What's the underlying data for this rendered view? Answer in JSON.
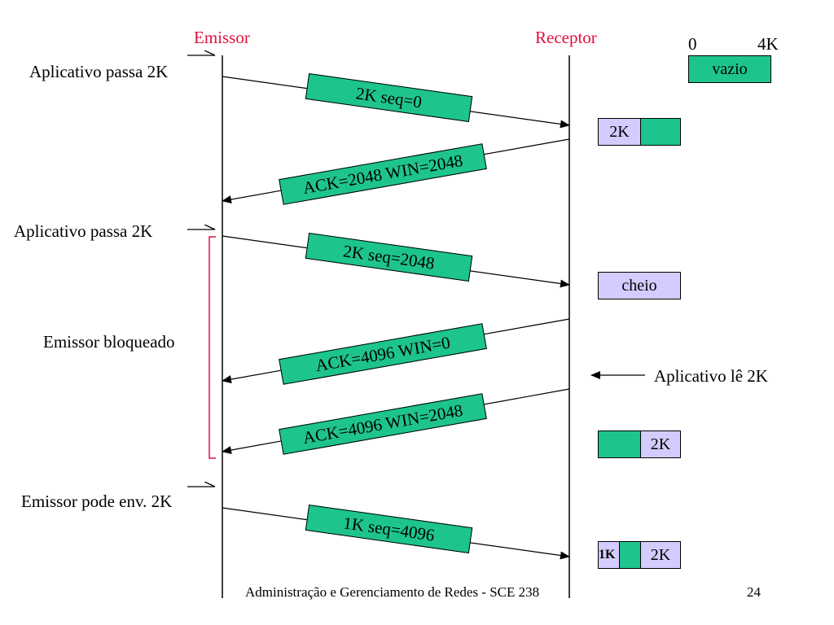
{
  "headers": {
    "sender": "Emissor",
    "receiver": "Receptor"
  },
  "left_labels": {
    "app_passes_1": "Aplicativo passa 2K",
    "app_passes_2": "Aplicativo passa 2K",
    "sender_blocked": "Emissor bloqueado",
    "sender_can_send": "Emissor pode env. 2K"
  },
  "right_labels": {
    "app_reads": "Aplicativo lê 2K"
  },
  "messages": [
    {
      "label": "2K seq=0",
      "direction": "to-receiver"
    },
    {
      "label": "ACK=2048 WIN=2048",
      "direction": "to-sender"
    },
    {
      "label": "2K seq=2048",
      "direction": "to-receiver"
    },
    {
      "label": "ACK=4096 WIN=0",
      "direction": "to-sender"
    },
    {
      "label": "ACK=4096 WIN=2048",
      "direction": "to-sender"
    },
    {
      "label": "1K seq=4096",
      "direction": "to-receiver"
    }
  ],
  "buffer": {
    "scale_start": "0",
    "scale_end": "4K",
    "states": [
      {
        "segments": [
          {
            "text": "vazio",
            "state": "empty"
          }
        ]
      },
      {
        "segments": [
          {
            "text": "2K",
            "state": "full"
          },
          {
            "text": "",
            "state": "empty"
          }
        ]
      },
      {
        "segments": [
          {
            "text": "cheio",
            "state": "full"
          }
        ]
      },
      {
        "segments": [
          {
            "text": "",
            "state": "empty"
          },
          {
            "text": "2K",
            "state": "full"
          }
        ]
      },
      {
        "segments": [
          {
            "text": "1K",
            "state": "full"
          },
          {
            "text": "",
            "state": "empty"
          },
          {
            "text": "2K",
            "state": "full"
          }
        ]
      }
    ]
  },
  "footer": {
    "text": "Administração e Gerenciamento de Redes - SCE 238",
    "page_number": "24"
  },
  "colors": {
    "header": "#e0103c",
    "packet_fill": "#1ec48e",
    "buffer_full": "#d4ccff",
    "bracket": "#e0103c"
  }
}
